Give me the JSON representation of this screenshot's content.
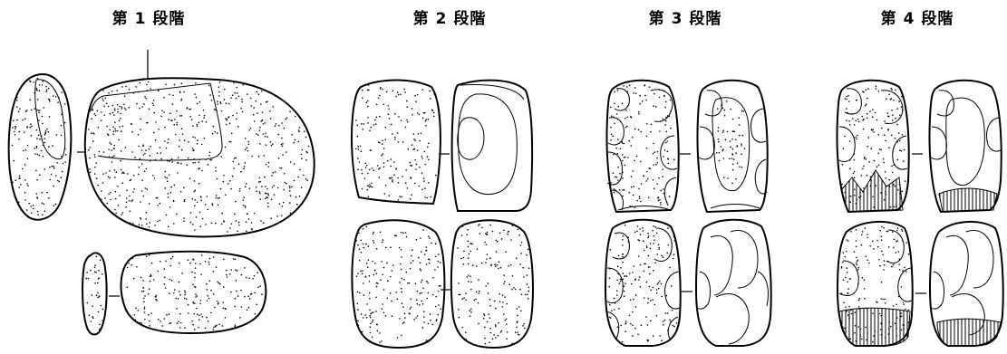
{
  "stages": [
    {
      "label": "第 1 段階"
    },
    {
      "label": "第 2 段階"
    },
    {
      "label": "第 3 段階"
    },
    {
      "label": "第 4 段階"
    }
  ],
  "colors": {
    "ink": "#000000",
    "paper": "#ffffff"
  }
}
